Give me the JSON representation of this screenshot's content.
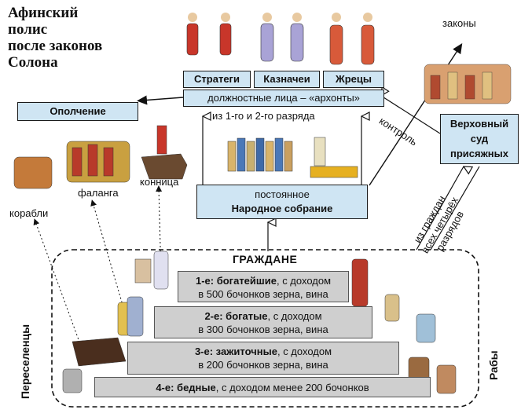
{
  "title": [
    "Афинский",
    "полис",
    "после  законов",
    "Солона"
  ],
  "boxes": {
    "strategi": "Стратеги",
    "kaznachei": "Казначеи",
    "zhretsy": "Жрецы",
    "archons": "должностные лица – «архонты»",
    "opolchenie": "Ополчение",
    "court": [
      "Верховный",
      "суд",
      "присяжных"
    ],
    "assembly_top": "постоянное",
    "assembly_main": "Народное собрание"
  },
  "labels": {
    "zakony": "законы",
    "razryad": "из 1-го и 2-го разряда",
    "kontrol": "контроль",
    "iz_grazhdan": [
      "из граждан",
      "всех четырёх",
      "разрядов"
    ],
    "korabli": "корабли",
    "falanga": "фаланга",
    "konnitsa": "конница",
    "grazhdane": "ГРАЖДАНЕ",
    "pereselentsy": "Переселенцы",
    "raby": "Рабы"
  },
  "classes": [
    {
      "bold": "1-е: богатейшие",
      "rest": ", с доходом",
      "line2": "в 500 бочонков зерна, вина"
    },
    {
      "bold": "2-е: богатые",
      "rest": ", с доходом",
      "line2": "в 300 бочонков зерна, вина"
    },
    {
      "bold": "3-е: зажиточные",
      "rest": ", с доходом",
      "line2": "в 200 бочонков зерна, вина"
    },
    {
      "bold": "4-е: бедные",
      "rest": ", с доходом менее 200 бочонков",
      "line2": ""
    }
  ],
  "colors": {
    "box_fill": "#cfe5f3",
    "step_fill": "#cfcfcf",
    "text": "#111111"
  }
}
